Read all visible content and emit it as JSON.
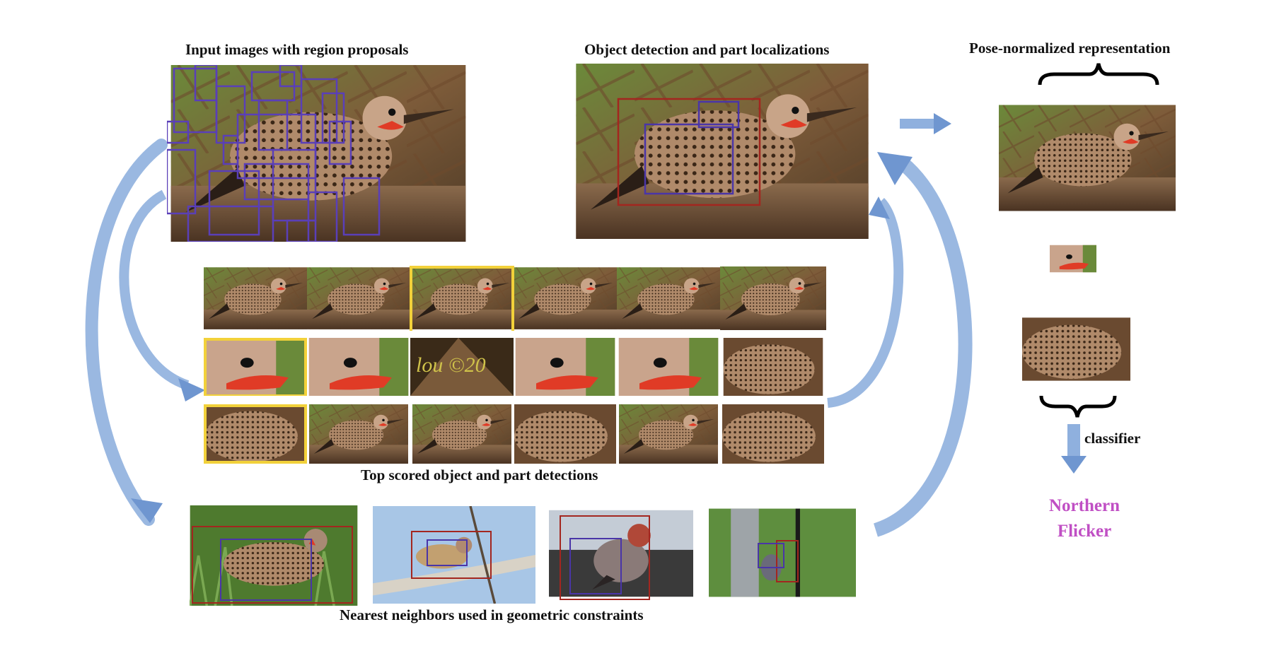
{
  "titles": {
    "input": "Input images with region proposals",
    "detection": "Object detection and part localizations",
    "pose": "Pose-normalized representation",
    "top_scored": "Top scored object and part detections",
    "neighbors": "Nearest neighbors used in geometric constraints",
    "classifier": "classifier"
  },
  "result": {
    "line1": "Northern",
    "line2": "Flicker"
  },
  "watermark": {
    "crop_text": "lou ©20"
  },
  "colors": {
    "proposal_box": "#5a3fb8",
    "object_box": "#a3261f",
    "part_box": "#4a35a8",
    "selection": "#f2d13a",
    "arrow": "#8fb0de",
    "result_text": "#c04fc4"
  }
}
